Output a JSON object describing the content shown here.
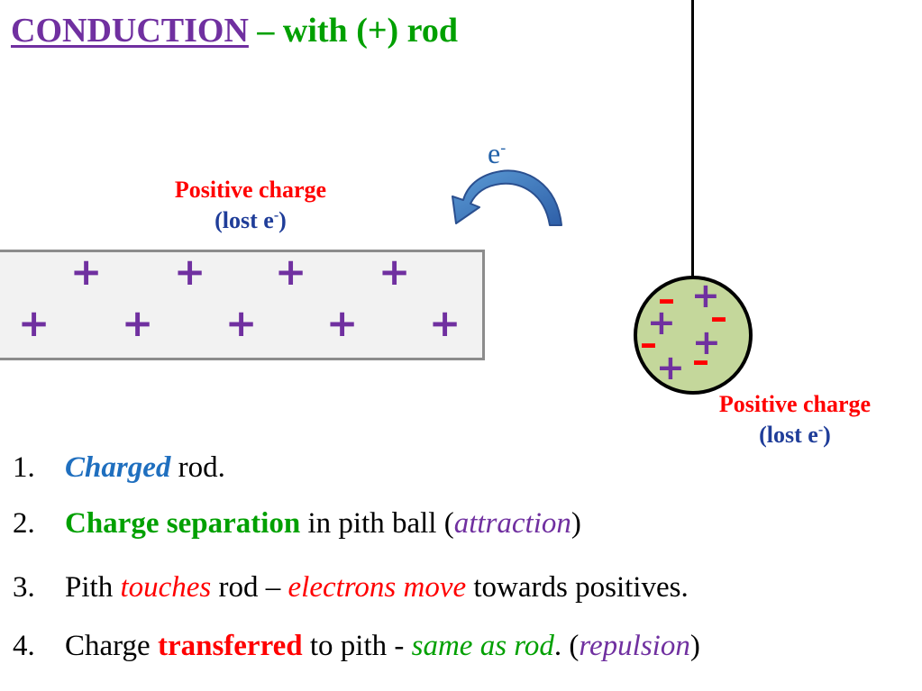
{
  "title": {
    "main": "CONDUCTION",
    "rest": " – with (+) rod"
  },
  "electron": {
    "symbol": "e",
    "sup": "-"
  },
  "rod_label": {
    "line1": "Positive charge",
    "line2_pre": "(lost e",
    "line2_sup": "-",
    "line2_post": ")"
  },
  "ball_label": {
    "line1": "Positive charge",
    "line2_pre": "(lost e",
    "line2_sup": "-",
    "line2_post": ")"
  },
  "signs": {
    "plus": "+",
    "minus": "–"
  },
  "steps": [
    {
      "num": "1.",
      "a": "Charged",
      "b": " rod."
    },
    {
      "num": "2.",
      "a": "Charge separation",
      "b": " in pith ball (",
      "c": "attraction",
      "d": ")"
    },
    {
      "num": "3.",
      "a": "Pith ",
      "b": "touches",
      "c": " rod – ",
      "d": "electrons move",
      "e": " towards positives."
    },
    {
      "num": "4.",
      "a": "Charge ",
      "b": "transferred",
      "c": " to pith - ",
      "d": "same as rod",
      "e": ". (",
      "f": "repulsion",
      "g": ")"
    }
  ],
  "colors": {
    "purple": "#7030a0",
    "green": "#00a000",
    "red": "#ff0000",
    "blue": "#1f6fbf",
    "ball": "#c4d79b",
    "rod": "#f2f2f2"
  }
}
